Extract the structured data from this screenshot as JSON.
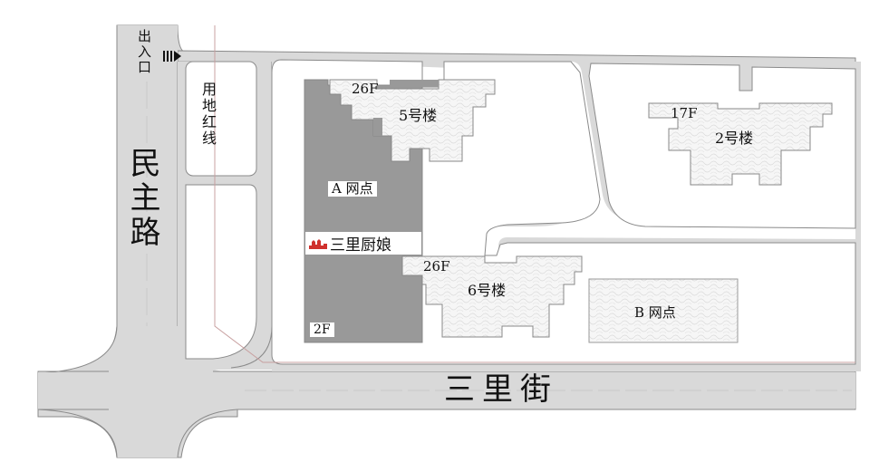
{
  "colors": {
    "road": "#d9d9d9",
    "road_edge": "#8a8a8a",
    "building_dark": "#999999",
    "building_light": "#f4f4f4",
    "hatch": "#dcdcdc",
    "red_line": "#c8a0a0",
    "restaurant_icon": "#d0312d"
  },
  "roads": {
    "minzhu_road": "民主路",
    "sanli_street": "三里街"
  },
  "entrance": {
    "label": "出入口",
    "arrow": "arrow-right-icon"
  },
  "redline_label": "用地红线",
  "buildings": [
    {
      "id": "5",
      "name": "5号楼",
      "floors": "26F"
    },
    {
      "id": "6",
      "name": "6号楼",
      "floors": "26F"
    },
    {
      "id": "2",
      "name": "2号楼",
      "floors": "17F"
    }
  ],
  "outlets": [
    {
      "name": "A 网点",
      "floors": "2F"
    },
    {
      "name": "B 网点"
    }
  ],
  "restaurant": {
    "name": "三里厨娘",
    "icon": "restaurant-icon"
  }
}
